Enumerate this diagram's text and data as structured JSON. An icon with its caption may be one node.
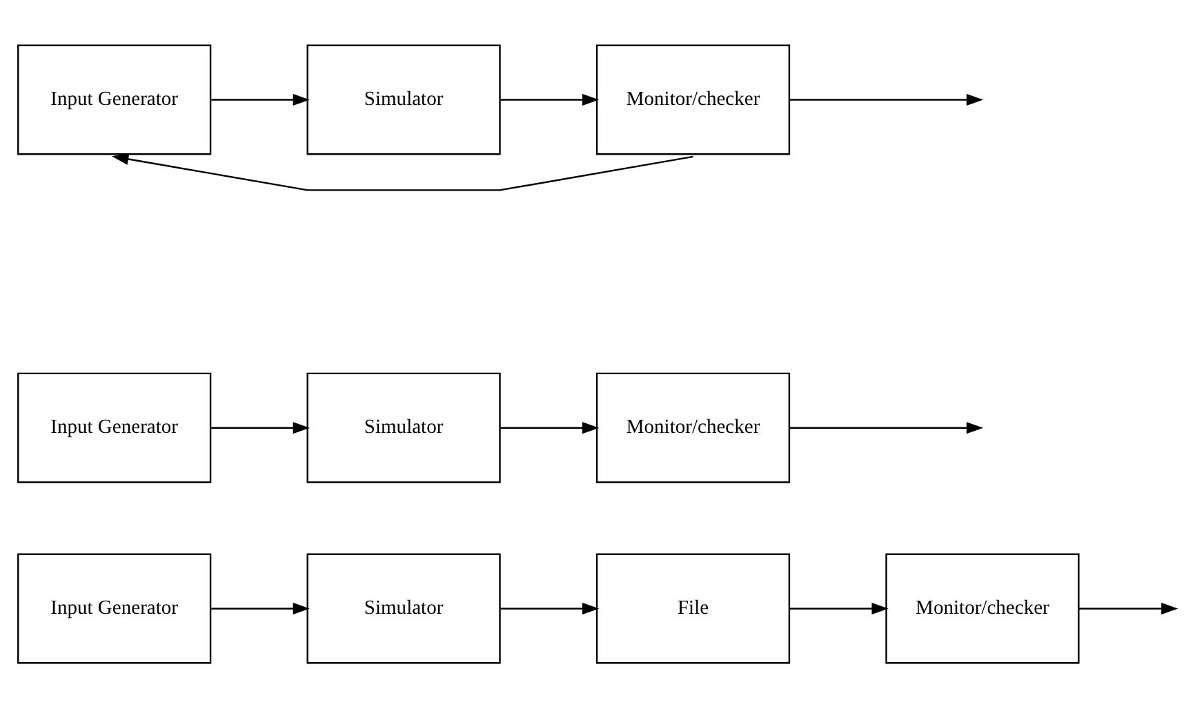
{
  "diagram": {
    "nodes": [
      {
        "text": [
          "Input Generator"
        ]
      },
      {
        "text": [
          "Simulator"
        ]
      },
      {
        "text": [
          "File"
        ]
      },
      {
        "text": [
          "Monitor/checker"
        ]
      },
      {
        "text": [
          "Input Generator"
        ]
      },
      {
        "text": [
          "Simulator"
        ]
      },
      {
        "text": [
          "Monitor/checker"
        ]
      },
      {
        "text": [
          "Input Generator"
        ]
      },
      {
        "text": [
          "Simulator"
        ]
      },
      {
        "text": [
          "Monitor/checker"
        ]
      }
    ],
    "edges": [
      {
        "from": 0,
        "to": 1,
        "arrow": "to"
      },
      {
        "from": 1,
        "to": 2,
        "arrow": "to"
      },
      {
        "from": 2,
        "to": 3,
        "arrow": "to"
      },
      {
        "from": 3,
        "to": null,
        "arrow": "to"
      },
      {
        "from": 4,
        "to": 5,
        "arrow": "to"
      },
      {
        "from": 5,
        "to": 6,
        "arrow": "to"
      },
      {
        "from": 6,
        "to": null,
        "arrow": "to"
      },
      {
        "from": 7,
        "to": 8,
        "arrow": "to"
      },
      {
        "from": 8,
        "to": 9,
        "arrow": "to"
      },
      {
        "from": 9,
        "to": null,
        "arrow": "to"
      },
      {
        "from": 9,
        "to": 7,
        "arrow": "to"
      }
    ]
  }
}
